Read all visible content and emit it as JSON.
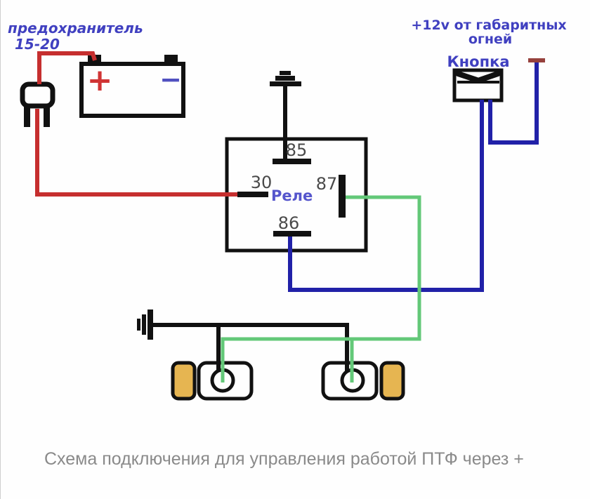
{
  "caption": "Схема подключения для управления работой ПТФ через +",
  "labels": {
    "fuse_name": "предохранитель",
    "fuse_rating": "15-20",
    "source_line1": "+12v от габаритных",
    "source_line2": "огней",
    "button": "Кнопка",
    "relay": "Реле",
    "pin_85": "85",
    "pin_30": "30",
    "pin_87": "87",
    "pin_86": "86",
    "battery_plus": "+",
    "battery_minus": "−"
  },
  "colors": {
    "wire_red": "#c62f2f",
    "wire_blue": "#2121a8",
    "wire_green": "#63c878",
    "lamp_yellow": "#e6b551",
    "text_blue": "#4040c0",
    "relay_text_blue": "#5555cc",
    "pin_label_gray": "#4a4a4a",
    "caption_gray": "#8a8a8a",
    "plus_mark_maroon": "#96413d",
    "battery_plus_red": "#d03434",
    "battery_minus_blue": "#5050c0"
  }
}
